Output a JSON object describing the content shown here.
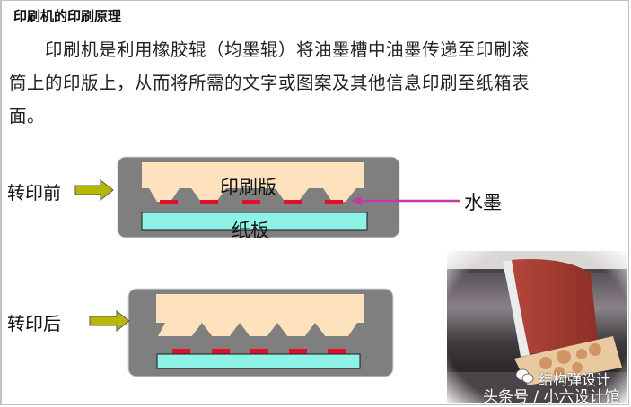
{
  "title": "印刷机的印刷原理",
  "paragraph": {
    "line1": "印刷机是利用橡胶辊（均墨辊）将油墨槽中油墨传递至印刷滚",
    "line2": "筒上的印版上，从而将所需的文字或图案及其他信息印刷至纸箱表",
    "line3": "面。"
  },
  "diagram_before": {
    "side_label": "转印前",
    "plate_label": "印刷版",
    "board_label": "纸板",
    "ink_label": "水墨"
  },
  "diagram_after": {
    "side_label": "转印后"
  },
  "watermark": {
    "line1": "结构弹设计",
    "line2": "头条号 / 小六设计馆",
    "icon": "wechat-icon"
  },
  "colors": {
    "frame_gray": "#7f7f7f",
    "plate_peach": "#fde2bd",
    "ink_red": "#e0102a",
    "board_cyan": "#8ef2e6",
    "arrow_olive": "#b8b800",
    "pointer_magenta": "#c03aa8"
  }
}
